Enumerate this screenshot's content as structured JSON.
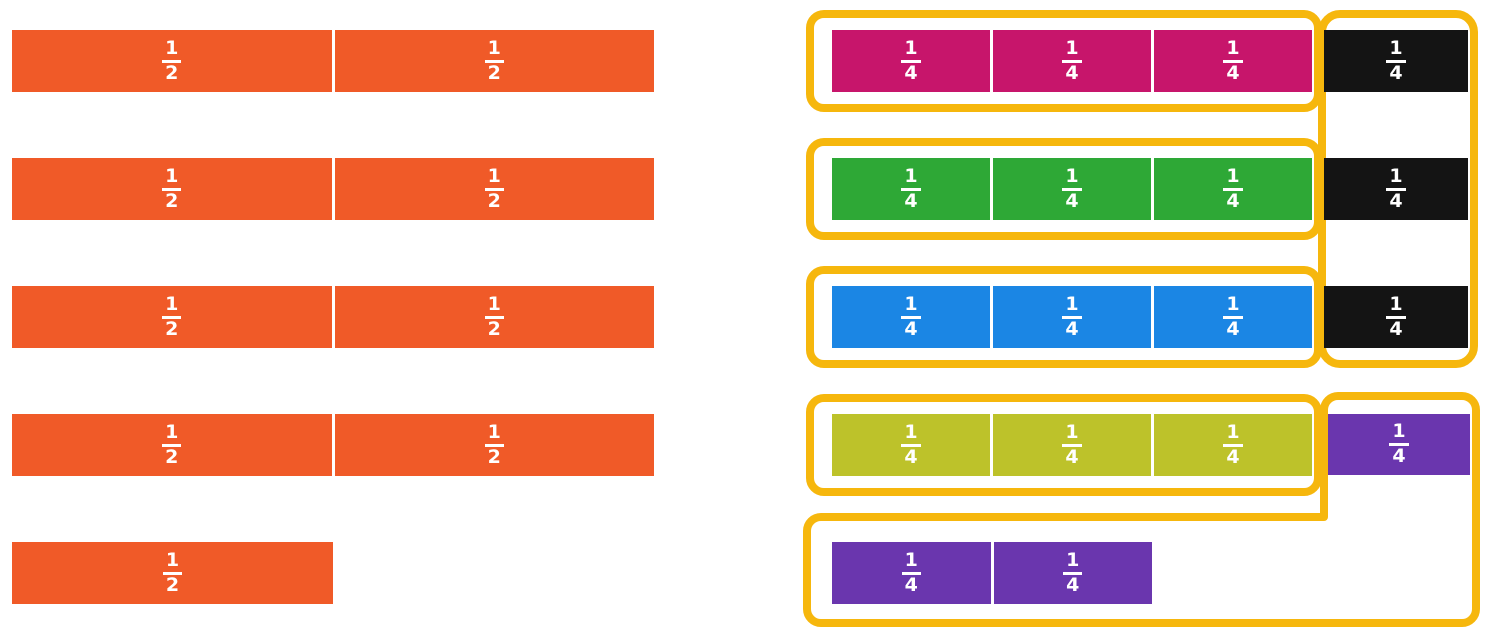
{
  "fractions": {
    "half": {
      "numerator": "1",
      "denominator": "2"
    },
    "quarter": {
      "numerator": "1",
      "denominator": "4"
    }
  },
  "colors": {
    "orange": "#F05A28",
    "pink": "#C7156B",
    "green": "#2EA836",
    "blue": "#1B86E4",
    "olive": "#BDC22A",
    "purple": "#6A36AE",
    "black_piece": "#141414",
    "highlight_outline": "#F6B70D",
    "segment_divider": "#FFFFFF",
    "background": "#FFFFFF"
  },
  "left_strips": {
    "piece_fraction": "1/2",
    "rows": [
      {
        "color": "orange",
        "piece_count": 2
      },
      {
        "color": "orange",
        "piece_count": 2
      },
      {
        "color": "orange",
        "piece_count": 2
      },
      {
        "color": "orange",
        "piece_count": 2
      },
      {
        "color": "orange",
        "piece_count": 1
      }
    ]
  },
  "right_strips": {
    "piece_fraction": "1/4",
    "rows": [
      {
        "group_color": "pink",
        "group_piece_count": 3,
        "side_piece_color": "black",
        "side_piece_count": 1
      },
      {
        "group_color": "green",
        "group_piece_count": 3,
        "side_piece_color": "black",
        "side_piece_count": 1
      },
      {
        "group_color": "blue",
        "group_piece_count": 3,
        "side_piece_color": "black",
        "side_piece_count": 1
      },
      {
        "group_color": "olive",
        "group_piece_count": 3,
        "side_piece_color": "purple",
        "side_piece_count": 1
      },
      {
        "group_color": "purple",
        "group_piece_count": 2,
        "side_piece_count": 0
      }
    ],
    "highlight_outline_count": 6
  }
}
